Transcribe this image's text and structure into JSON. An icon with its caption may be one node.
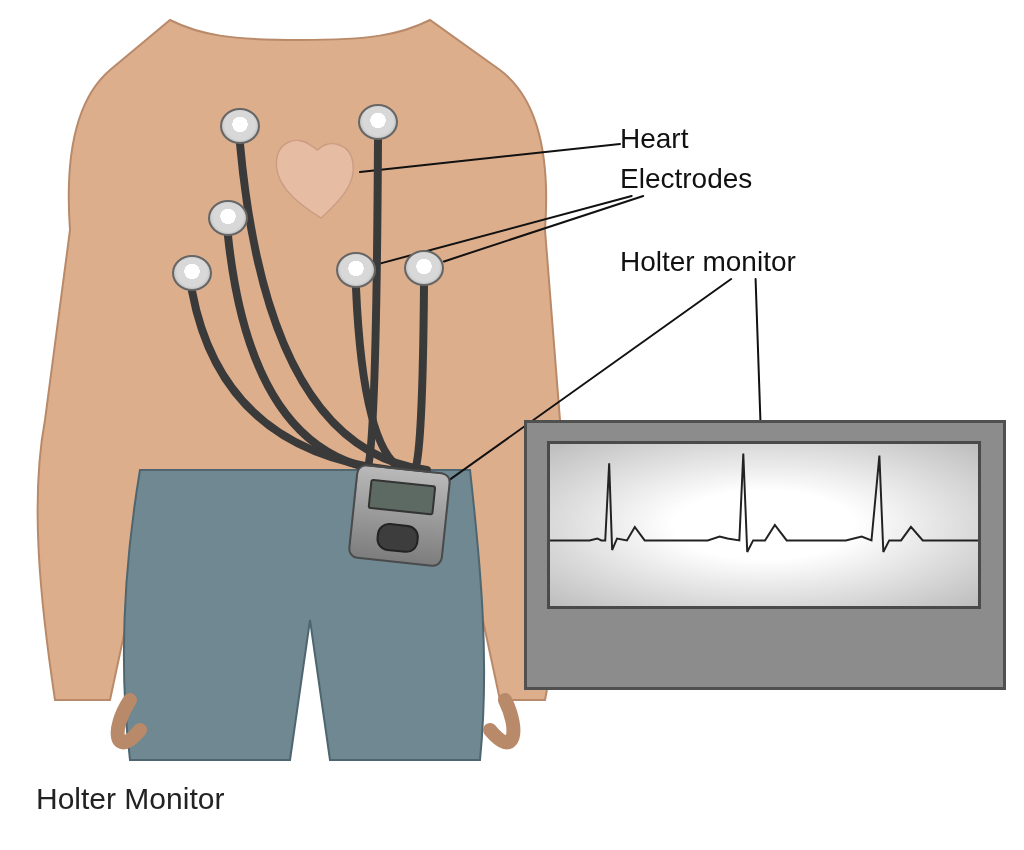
{
  "diagram": {
    "caption": "Holter Monitor",
    "nodes": [
      {
        "text": [
          "Heart"
        ]
      },
      {
        "text": [
          "Electrodes"
        ]
      },
      {
        "text": [
          "Holter monitor"
        ]
      },
      {
        "text": [],
        "shape": "picture"
      },
      {
        "text": [],
        "shape": "circle"
      },
      {
        "text": [],
        "shape": "circle"
      },
      {
        "text": [],
        "shape": "circle"
      },
      {
        "text": [],
        "shape": "circle"
      },
      {
        "text": [],
        "shape": "circle"
      },
      {
        "text": [],
        "shape": "circle"
      },
      {
        "text": [],
        "shape": "picture"
      },
      {
        "text": [],
        "shape": "picture"
      }
    ],
    "edges": [
      {
        "from": 0,
        "to": 3,
        "arrow": "none"
      },
      {
        "from": 1,
        "to": 8,
        "arrow": "none"
      },
      {
        "from": 1,
        "to": 9,
        "arrow": "none"
      },
      {
        "from": 2,
        "to": 10,
        "arrow": "none"
      },
      {
        "from": 2,
        "to": 11,
        "arrow": "none"
      },
      {
        "from": 4,
        "to": 10,
        "arrow": "none"
      },
      {
        "from": 5,
        "to": 10,
        "arrow": "none"
      },
      {
        "from": 6,
        "to": 10,
        "arrow": "none"
      },
      {
        "from": 7,
        "to": 10,
        "arrow": "none"
      },
      {
        "from": 8,
        "to": 10,
        "arrow": "none"
      },
      {
        "from": 9,
        "to": 10,
        "arrow": "none"
      }
    ]
  }
}
